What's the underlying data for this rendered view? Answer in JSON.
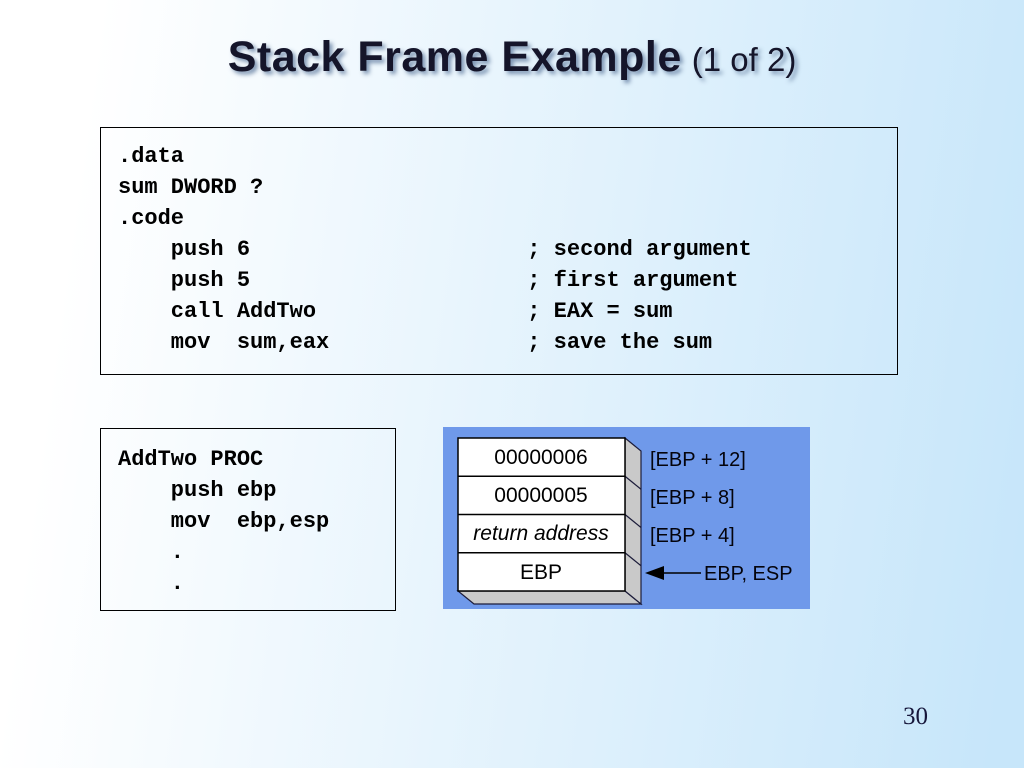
{
  "title": {
    "main": "Stack Frame Example",
    "suffix": "(1 of 2)"
  },
  "code_box_top": {
    "lines": [
      ".data",
      "sum DWORD ?",
      ".code",
      "    push 6                     ; second argument",
      "    push 5                     ; first argument",
      "    call AddTwo                ; EAX = sum",
      "    mov  sum,eax               ; save the sum"
    ]
  },
  "code_box_proc": {
    "lines": [
      "AddTwo PROC",
      "    push ebp",
      "    mov  ebp,esp",
      "    .",
      "    ."
    ]
  },
  "diagram": {
    "cells": [
      "00000006",
      "00000005",
      "return address",
      "EBP"
    ],
    "labels": [
      "[EBP + 12]",
      "[EBP + 8]",
      "[EBP + 4]"
    ],
    "arrow_label": "EBP, ESP",
    "colors": {
      "panel": "#6f99ea",
      "cell_fill": "#ffffff",
      "side_fill": "#c9c9c9",
      "outline": "#1c1c3a"
    }
  },
  "page_number": "30"
}
